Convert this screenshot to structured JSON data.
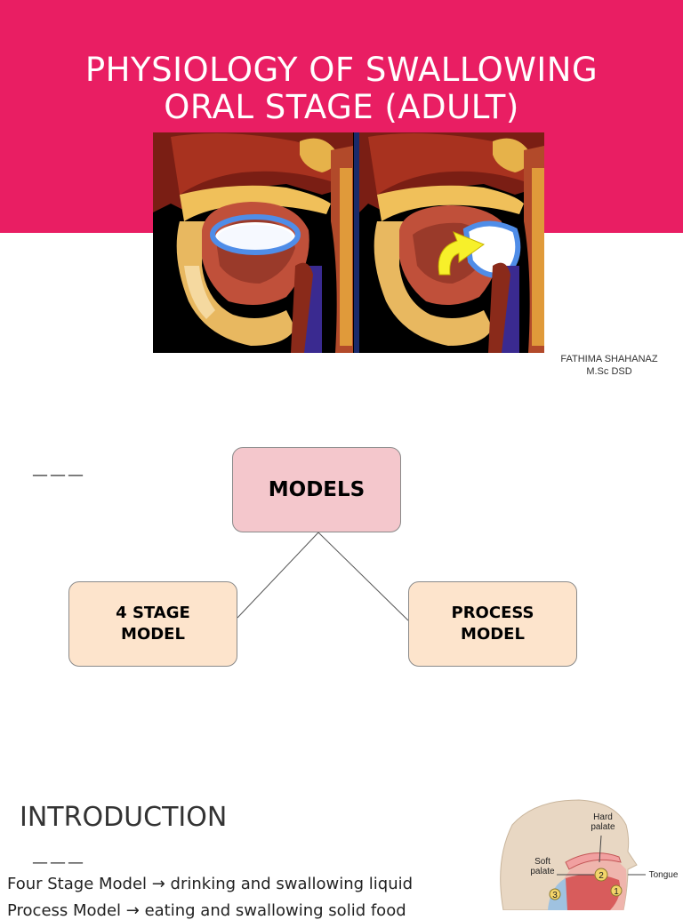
{
  "slide1": {
    "title_line1": "PHYSIOLOGY OF SWALLOWING",
    "title_line2": "ORAL STAGE (ADULT)",
    "author_name": "FATHIMA SHAHANAZ",
    "author_degree": "M.Sc DSD",
    "colors": {
      "banner": "#e91e63"
    }
  },
  "slide2": {
    "dash_marker": "———",
    "diagram": {
      "root": "MODELS",
      "left_line1": "4 STAGE",
      "left_line2": "MODEL",
      "right_line1": "PROCESS",
      "right_line2": "MODEL"
    },
    "colors": {
      "root_fill": "#f4c7cc",
      "child_fill": "#fde4cc"
    }
  },
  "slide3": {
    "heading": "INTRODUCTION",
    "dash_marker": "———",
    "bullet1": "Four Stage Model → drinking and swallowing liquid",
    "bullet2": "Process Model → eating and swallowing solid food",
    "anatomy_labels": {
      "hard_palate_1": "Hard",
      "hard_palate_2": "palate",
      "soft_palate_1": "Soft",
      "soft_palate_2": "palate",
      "tongue": "Tongue"
    },
    "anatomy_numbers": [
      "1",
      "2",
      "3"
    ]
  }
}
